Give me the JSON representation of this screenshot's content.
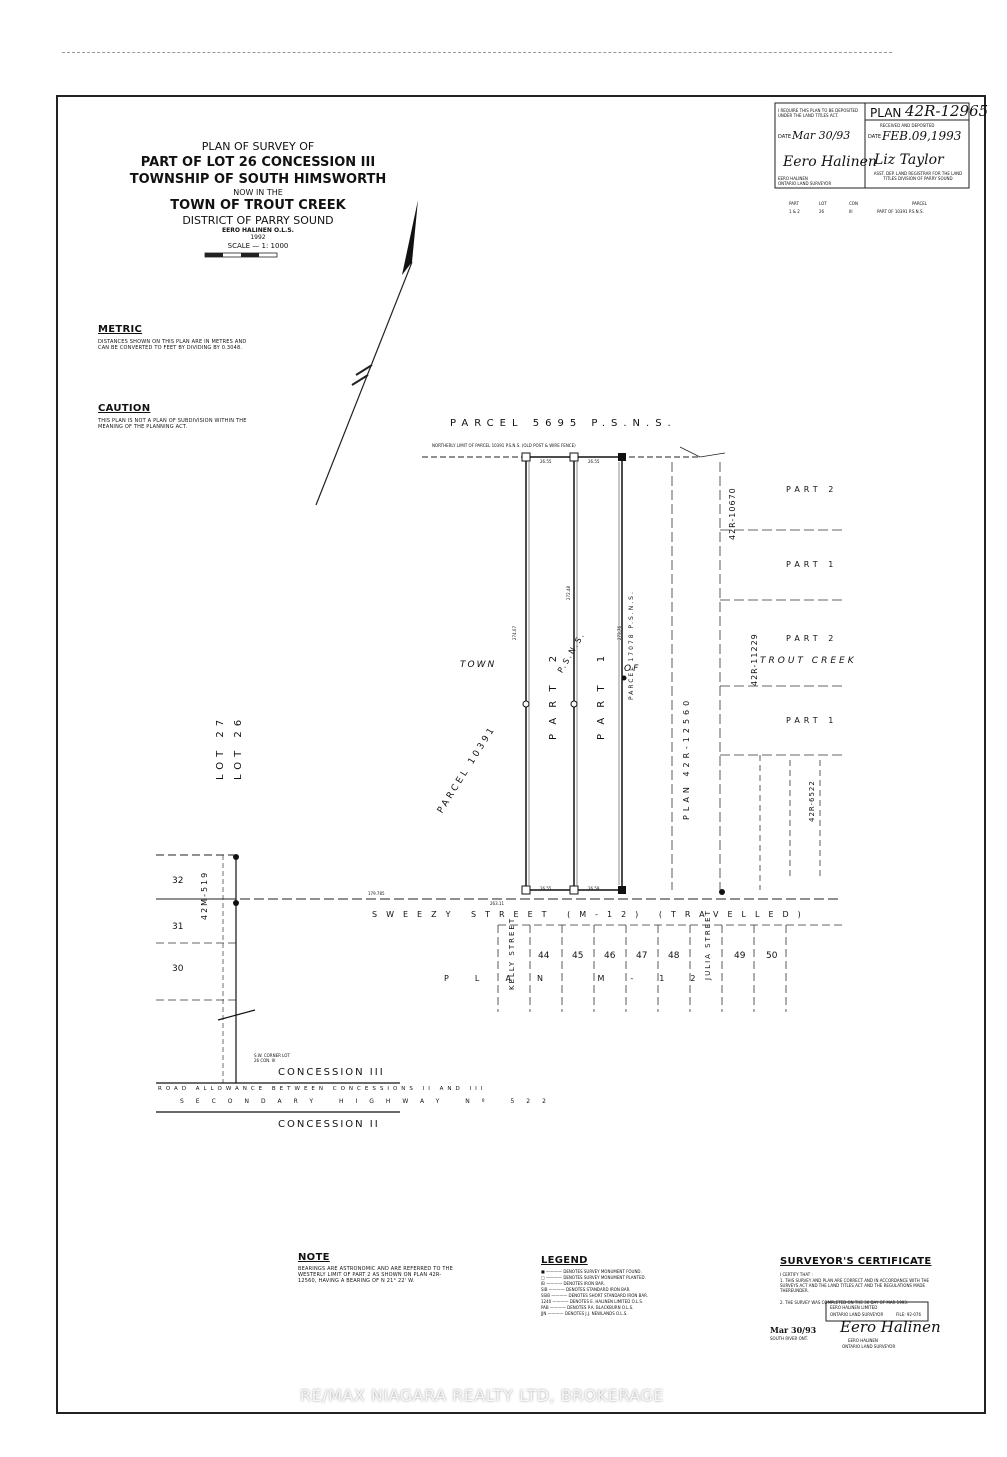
{
  "title": {
    "line1": "PLAN OF SURVEY OF",
    "line2": "PART OF LOT 26 CONCESSION III",
    "line3": "TOWNSHIP OF SOUTH HIMSWORTH",
    "line4": "NOW IN THE",
    "line5": "TOWN OF TROUT CREEK",
    "line6": "DISTRICT OF PARRY SOUND",
    "line7": "EERO HALINEN O.L.S.",
    "year": "1992",
    "scale": "SCALE — 1: 1000"
  },
  "metric": {
    "heading": "METRIC",
    "text": "DISTANCES SHOWN ON THIS PLAN ARE IN METRES AND CAN BE CONVERTED TO FEET BY DIVIDING BY 0.3048."
  },
  "caution": {
    "heading": "CAUTION",
    "text": "THIS PLAN IS NOT A PLAN OF SUBDIVISION WITHIN THE MEANING OF THE PLANNING ACT."
  },
  "title_block": {
    "require_text": "I REQUIRE THIS PLAN TO BE DEPOSITED UNDER THE LAND TITLES ACT.",
    "date_label": "DATE",
    "date_value": "Mar 30/93",
    "surveyor_sig": "Eero Halinen",
    "surveyor_name": "EERO HALINEN",
    "surveyor_title": "ONTARIO LAND SURVEYOR",
    "plan_label": "PLAN",
    "plan_number": "42R-12965",
    "received": "RECEIVED AND DEPOSITED",
    "deposit_date": "FEB.09,1993",
    "registrar_sig": "Liz Taylor",
    "registrar_text": "ASST. DEP. LAND REGISTRAR FOR THE LAND TITLES DIVISION OF PARRY SOUND"
  },
  "schedule": {
    "headers": [
      "PART",
      "LOT",
      "CON",
      "PARCEL"
    ],
    "row": [
      "1 & 2",
      "26",
      "III",
      "PART OF 10391 P.S.N.S."
    ]
  },
  "map_labels": {
    "parcel_north": "PARCEL 5695 P.S.N.S.",
    "northerly_limit": "NORTHERLY LIMIT OF PARCEL 10391 P.S.N.S. (OLD POST & WIRE FENCE)",
    "part2": "PART 2",
    "part1": "PART 1",
    "town": "TOWN",
    "of": "OF",
    "trout_creek": "TROUT CREEK",
    "parcel_10391": "PARCEL 10391",
    "psns": "P.S.N.S.",
    "parcel_17078": "PARCEL 17078 P.S.N.S.",
    "plan_42r_12560": "PLAN 42R-12560",
    "plan_42r_10670": "42R-10670",
    "plan_42r_11229": "42R-11229",
    "plan_42r_6522": "42R-6522",
    "plan_42r_519": "42M-519",
    "part_2_right": "PART 2",
    "part_1_right": "PART 1",
    "part_2_b": "PART 2",
    "part_1_b": "PART 1",
    "lot_27": "LOT 27",
    "lot_26": "LOT 26",
    "sweezy": "SWEEZY STREET (M-12) (TRAVELLED)",
    "kelly": "KELLY STREET",
    "julia": "JULIA STREET",
    "plan_m12": "PLAN M-12",
    "lots": [
      "44",
      "45",
      "46",
      "47",
      "48",
      "49",
      "50"
    ],
    "left_lots": [
      "32",
      "31",
      "30"
    ],
    "concession_iii": "CONCESSION III",
    "road_allowance": "ROAD ALLOWANCE BETWEEN CONCESSIONS II AND III",
    "secondary": "SECONDARY HIGHWAY Nº 522",
    "concession_ii": "CONCESSION II",
    "sw_corner": "S.W. CORNER LOT 26 CON. III",
    "dims": [
      "26.55",
      "26.55",
      "26.55",
      "26.59",
      "272.48",
      "274.07",
      "273.76",
      "179.785",
      "263.11"
    ]
  },
  "note": {
    "heading": "NOTE",
    "text": "BEARINGS ARE ASTRONOMIC AND ARE REFERRED TO THE WESTERLY LIMIT OF PART 2 AS SHOWN ON PLAN 42R-12560, HAVING A BEARING OF N 21° 22' W."
  },
  "legend": {
    "heading": "LEGEND",
    "items": [
      "■ ———— DENOTES SURVEY MONUMENT FOUND.",
      "□ ———— DENOTES SURVEY MONUMENT PLANTED.",
      "IB ———— DENOTES IRON BAR.",
      "SIB ———— DENOTES STANDARD IRON BAR.",
      "SSIB ———— DENOTES SHORT STANDARD IRON BAR.",
      "1240 ———— DENOTES E. HALINEN LIMITED O.L.S.",
      "PAB ———— DENOTES P.A. BLACKBURN O.L.S.",
      "JJN ———— DENOTES J.J. NEWLANDS O.L.S."
    ]
  },
  "certificate": {
    "heading": "SURVEYOR'S CERTIFICATE",
    "line0": "I CERTIFY THAT :",
    "line1": "1. THIS SURVEY AND PLAN ARE CORRECT AND IN ACCORDANCE WITH THE SURVEYS ACT AND THE LAND TITLES ACT AND THE REGULATIONS MADE THEREUNDER.",
    "line2": "2. THE SURVEY WAS COMPLETED ON THE 30 DAY OF MAR 1993.",
    "date": "Mar 30/93",
    "place": "SOUTH RIVER ONT.",
    "signature": "Eero Halinen",
    "name": "EERO HALINEN",
    "title": "ONTARIO LAND SURVEYOR"
  },
  "firm_box": {
    "line1": "EERO HALINEN LIMITED",
    "line2": "ONTARIO LAND SURVEYOR",
    "file": "FILE: 92-076"
  },
  "watermark": "RE/MAX NIAGARA REALTY LTD, BROKERAGE"
}
